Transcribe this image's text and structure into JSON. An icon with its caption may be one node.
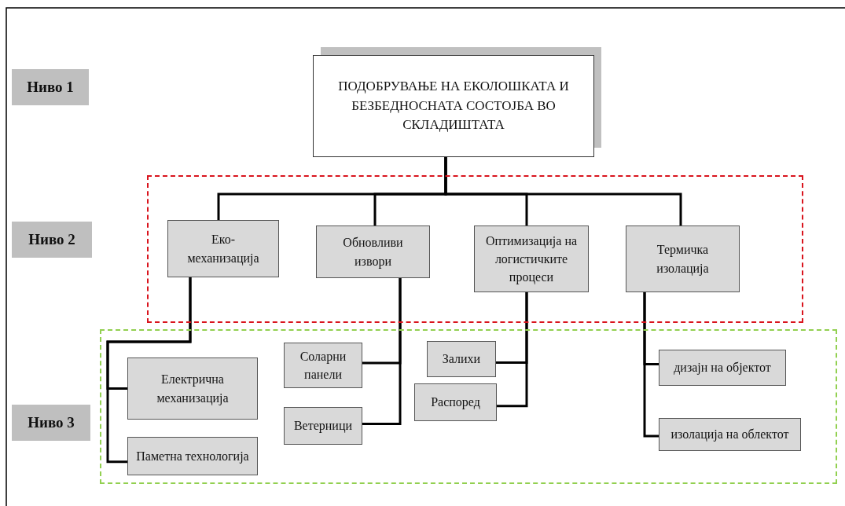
{
  "diagram": {
    "nodes": [
      {
        "text": [
          "Ниво 1"
        ]
      },
      {
        "text": [
          "ПОДОБРУВАЊЕ НА ЕКОЛОШКАТА И БЕЗБЕДНОСНАТА СОСТОЈБА ВО СКЛАДИШТАТА"
        ]
      },
      {
        "text": [
          "Ниво 2"
        ]
      },
      {
        "text": [],
        "shape": "box"
      },
      {
        "text": [
          "Еко-механизација"
        ],
        "in": 3
      },
      {
        "text": [
          "Обновливи извори"
        ],
        "in": 3
      },
      {
        "text": [
          "Оптимизација на логистичките процеси"
        ],
        "in": 3
      },
      {
        "text": [
          "Термичка изолација"
        ],
        "in": 3
      },
      {
        "text": [
          "Ниво 3"
        ]
      },
      {
        "text": [],
        "shape": "box"
      },
      {
        "text": [
          "Електрична механизација"
        ],
        "in": 9
      },
      {
        "text": [
          "Паметна технологија"
        ],
        "in": 9
      },
      {
        "text": [
          "Соларни панели"
        ],
        "in": 9
      },
      {
        "text": [
          "Ветерници"
        ],
        "in": 9
      },
      {
        "text": [
          "Залихи"
        ],
        "in": 9
      },
      {
        "text": [
          "Распоред"
        ],
        "in": 9
      },
      {
        "text": [
          "дизајн на објектот"
        ],
        "in": 9
      },
      {
        "text": [
          "изолација на облектот"
        ],
        "in": 9
      }
    ],
    "edges": [
      {
        "from": 1,
        "to": 4,
        "arrow": "none"
      },
      {
        "from": 1,
        "to": 5,
        "arrow": "none"
      },
      {
        "from": 1,
        "to": 6,
        "arrow": "none"
      },
      {
        "from": 1,
        "to": 7,
        "arrow": "none"
      },
      {
        "from": 4,
        "to": 10,
        "arrow": "none"
      },
      {
        "from": 4,
        "to": 11,
        "arrow": "none"
      },
      {
        "from": 5,
        "to": 12,
        "arrow": "none"
      },
      {
        "from": 5,
        "to": 13,
        "arrow": "none"
      },
      {
        "from": 6,
        "to": 14,
        "arrow": "none"
      },
      {
        "from": 6,
        "to": 15,
        "arrow": "none"
      },
      {
        "from": 7,
        "to": 16,
        "arrow": "none"
      },
      {
        "from": 7,
        "to": 17,
        "arrow": "none"
      }
    ]
  }
}
